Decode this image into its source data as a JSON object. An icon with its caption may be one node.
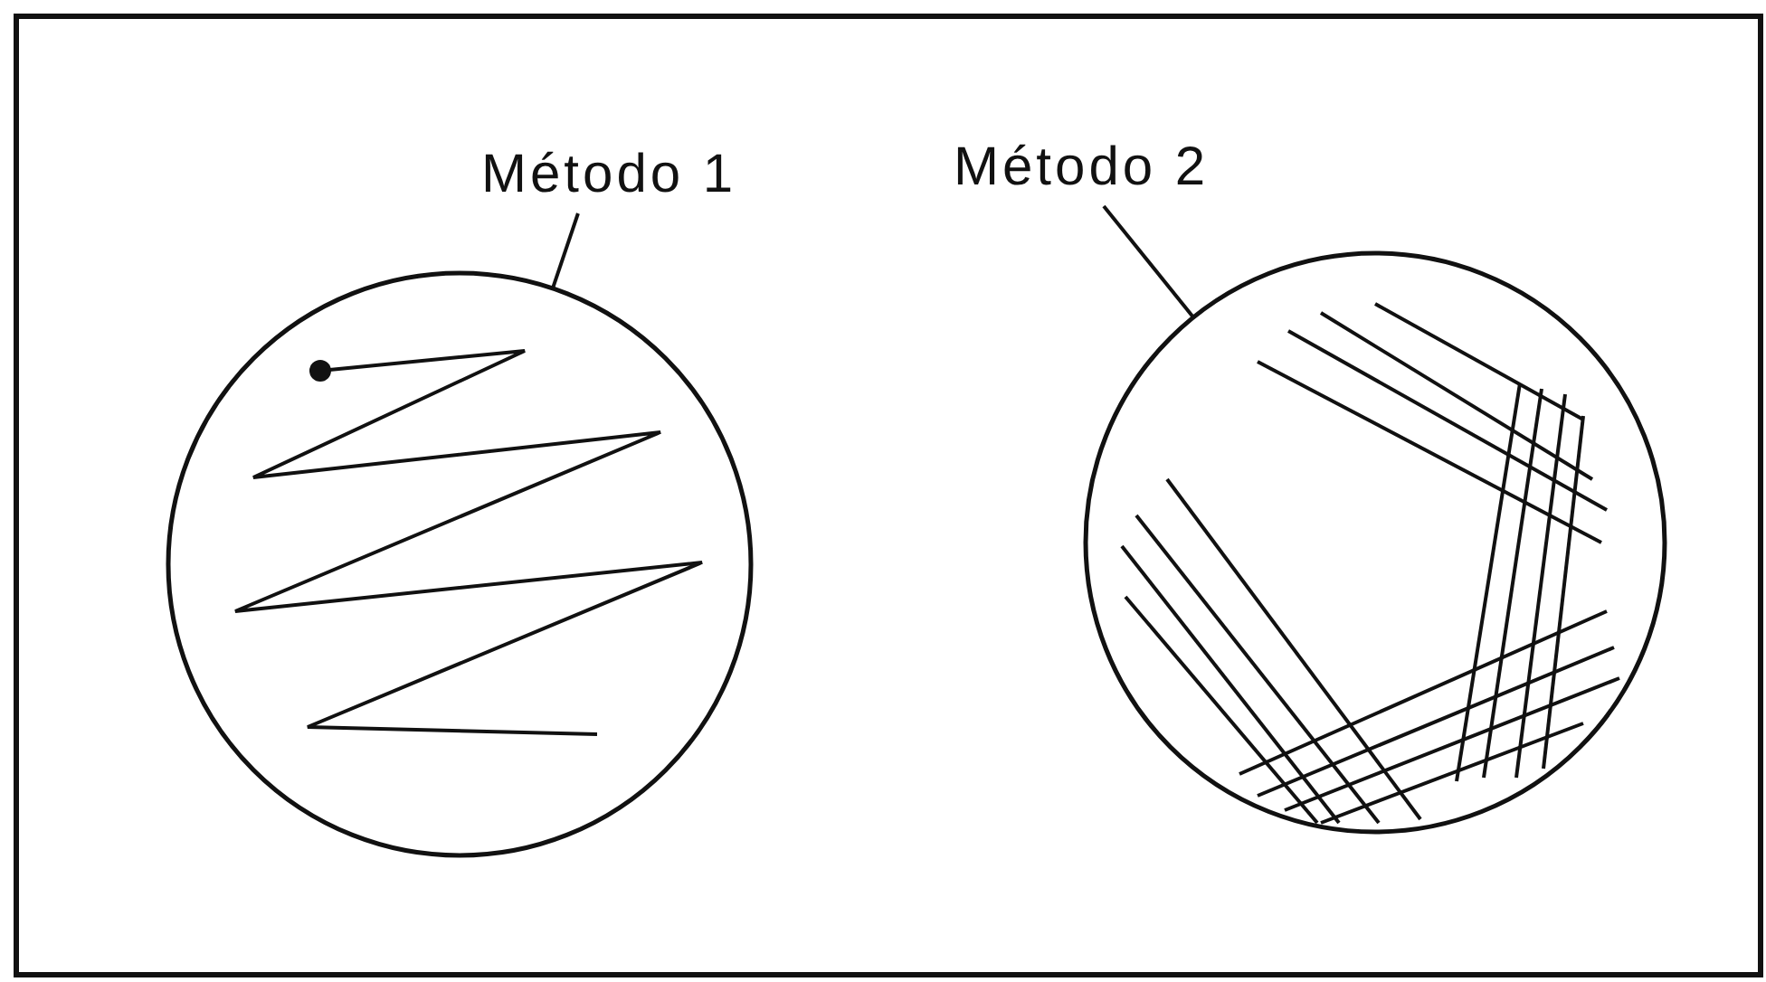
{
  "diagram": {
    "nodes": [
      {
        "text": [
          "Método 1"
        ]
      },
      {
        "text": [],
        "shape": "circle"
      },
      {
        "text": [
          "Método 2"
        ]
      },
      {
        "text": [],
        "shape": "circle"
      }
    ],
    "edges": [
      {
        "from": 0,
        "to": 1,
        "arrow": "none"
      },
      {
        "from": 2,
        "to": 3,
        "arrow": "none"
      }
    ]
  }
}
